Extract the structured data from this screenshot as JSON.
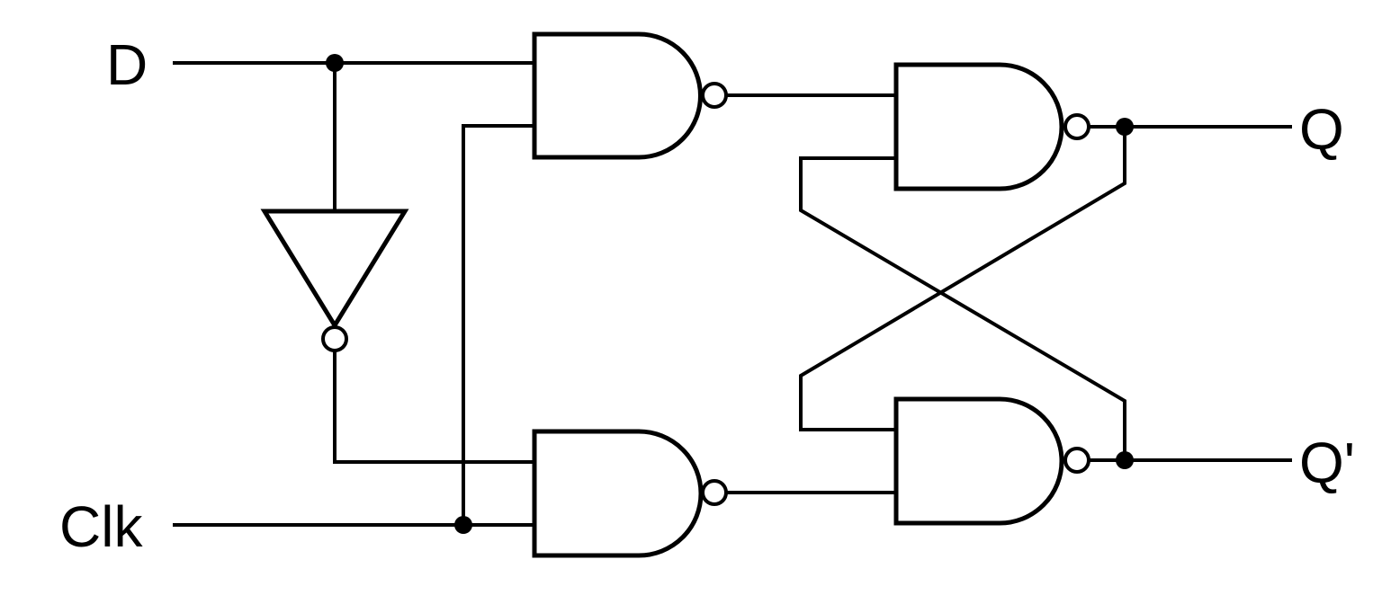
{
  "labels": {
    "d": "D",
    "clk": "Clk",
    "q": "Q",
    "q_bar": "Q'"
  },
  "colors": {
    "stroke": "#000000",
    "background": "#ffffff"
  }
}
